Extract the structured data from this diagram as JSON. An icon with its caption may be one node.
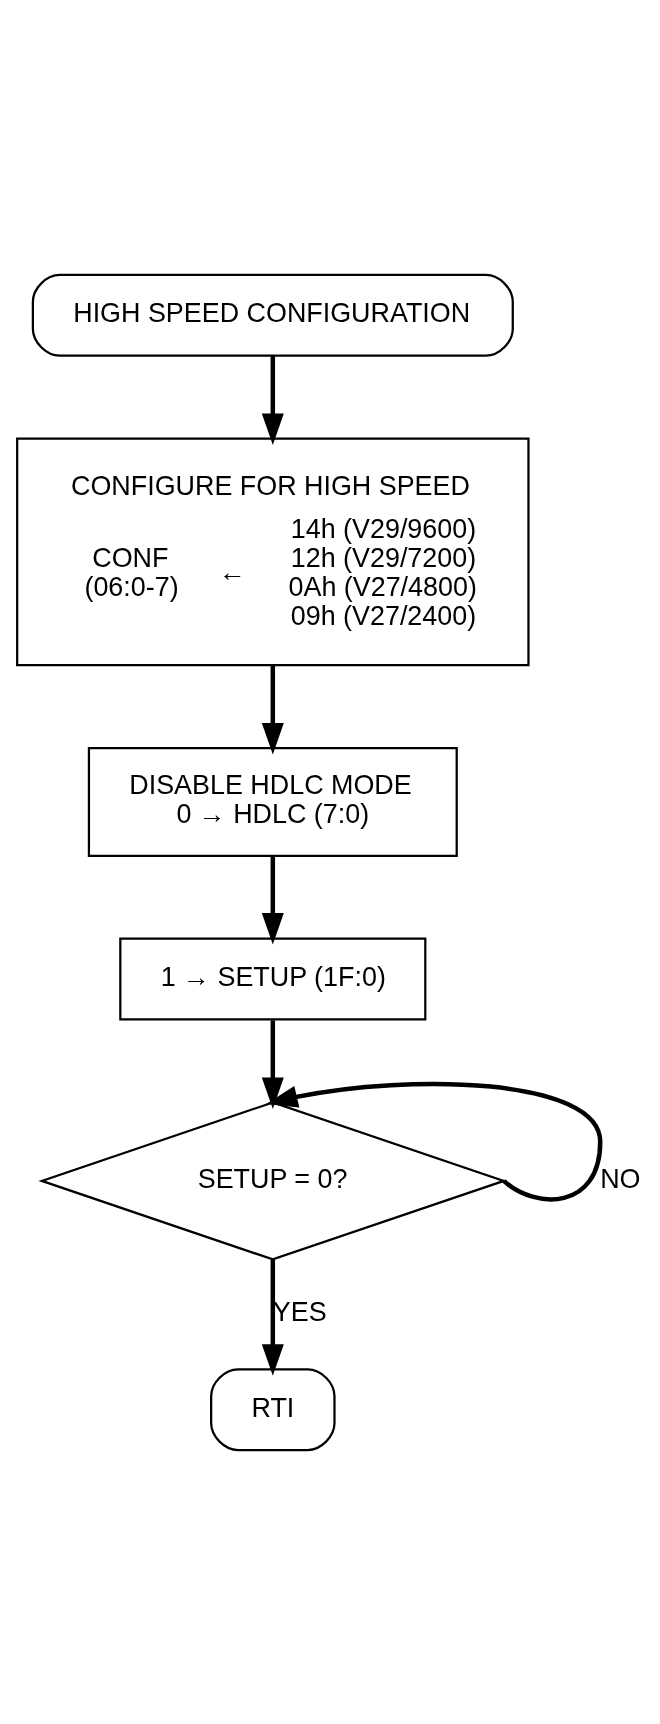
{
  "diagram": {
    "nodes": [
      {
        "text": [
          "HIGH SPEED CONFIGURATION"
        ]
      },
      {
        "text": [
          "CONFIGURE FOR HIGH SPEED",
          "CONF (06:0-7)",
          "←",
          "14h (V29/9600) 12h (V29/7200) 0Ah (V27/4800) 09h (V27/2400)"
        ]
      },
      {
        "text": [
          "DISABLE HDLC MODE",
          "0 → HDLC (7:0)"
        ]
      },
      {
        "text": [
          "1 → SETUP (1F:0)"
        ]
      },
      {
        "text": [
          "SETUP = 0?"
        ]
      },
      {
        "text": [
          "RTI"
        ]
      }
    ],
    "edges": [
      {
        "from": 0,
        "to": 1,
        "arrow": "to"
      },
      {
        "from": 1,
        "to": 2,
        "arrow": "to"
      },
      {
        "from": 2,
        "to": 3,
        "arrow": "to"
      },
      {
        "from": 3,
        "to": 4,
        "arrow": "to"
      },
      {
        "from": 4,
        "to": 4,
        "arrow": "to",
        "label": "NO"
      },
      {
        "from": 4,
        "to": 5,
        "arrow": "to",
        "label": "YES"
      }
    ]
  }
}
